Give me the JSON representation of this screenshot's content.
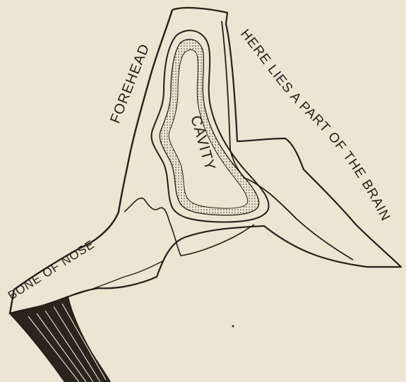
{
  "labels": {
    "forehead": "FOREHEAD",
    "brain_note": "HERE LIES A PART OF THE BRAIN",
    "cavity": "CAVITY",
    "nose": "BONE OF NOSE"
  },
  "colors": {
    "paper": "#ece5d2",
    "ink": "#231f1a"
  }
}
